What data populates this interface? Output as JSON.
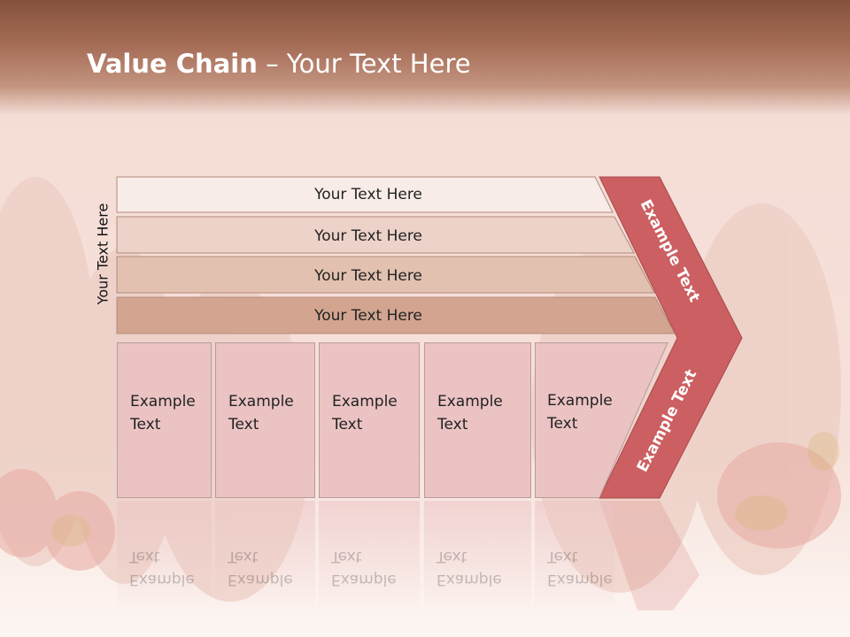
{
  "slide": {
    "title_bold": "Value Chain",
    "title_rest": " – Your Text Here",
    "side_label": "Your Text Here"
  },
  "bars": [
    {
      "label": "Your Text Here"
    },
    {
      "label": "Your Text Here"
    },
    {
      "label": "Your Text Here"
    },
    {
      "label": "Your Text Here"
    }
  ],
  "boxes": [
    {
      "label": "Example\nText"
    },
    {
      "label": "Example\nText"
    },
    {
      "label": "Example\nText"
    },
    {
      "label": "Example\nText"
    },
    {
      "label": "Example\nText"
    }
  ],
  "chevron": {
    "upper_label": "Example Text",
    "lower_label": "Example Text"
  },
  "colors": {
    "header": "#a66d57",
    "chevron": "#cc5f61",
    "bar1": "#f7ece8",
    "bar2": "#ecd2c8",
    "bar3": "#e2c1b1",
    "bar4": "#d3a590",
    "box": "#ebc3c3"
  }
}
